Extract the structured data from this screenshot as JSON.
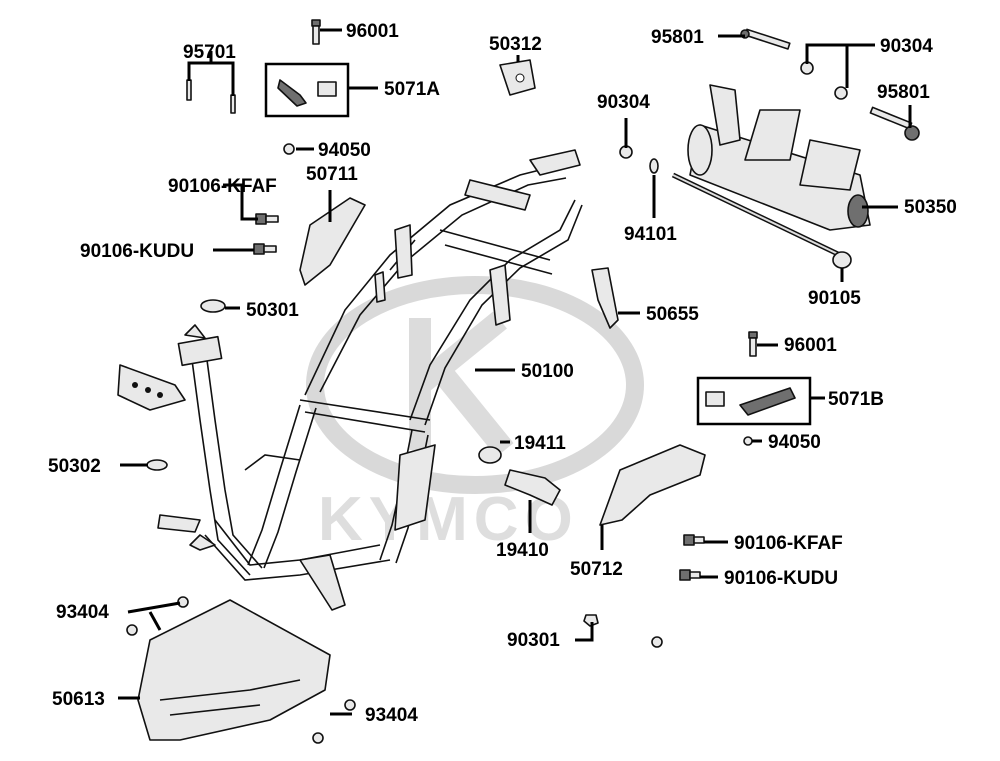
{
  "watermark": {
    "text": "KYMCO"
  },
  "labels": {
    "l95701": "95701",
    "l96001a": "96001",
    "l5071A": "5071A",
    "l50312": "50312",
    "l95801a": "95801",
    "l90304a": "90304",
    "l90304b": "90304",
    "l95801b": "95801",
    "l94050a": "94050",
    "l90106kfafa": "90106-KFAF",
    "l50711": "50711",
    "l90106kudua": "90106-KUDU",
    "l94101": "94101",
    "l50350": "50350",
    "l50301": "50301",
    "l90105": "90105",
    "l50655": "50655",
    "l96001b": "96001",
    "l50100": "50100",
    "l5071B": "5071B",
    "l19411": "19411",
    "l94050b": "94050",
    "l50302": "50302",
    "l19410": "19410",
    "l50712": "50712",
    "l90106kfafb": "90106-KFAF",
    "l90106kudub": "90106-KUDU",
    "l93404a": "93404",
    "l90301": "90301",
    "l50613": "50613",
    "l93404b": "93404"
  }
}
